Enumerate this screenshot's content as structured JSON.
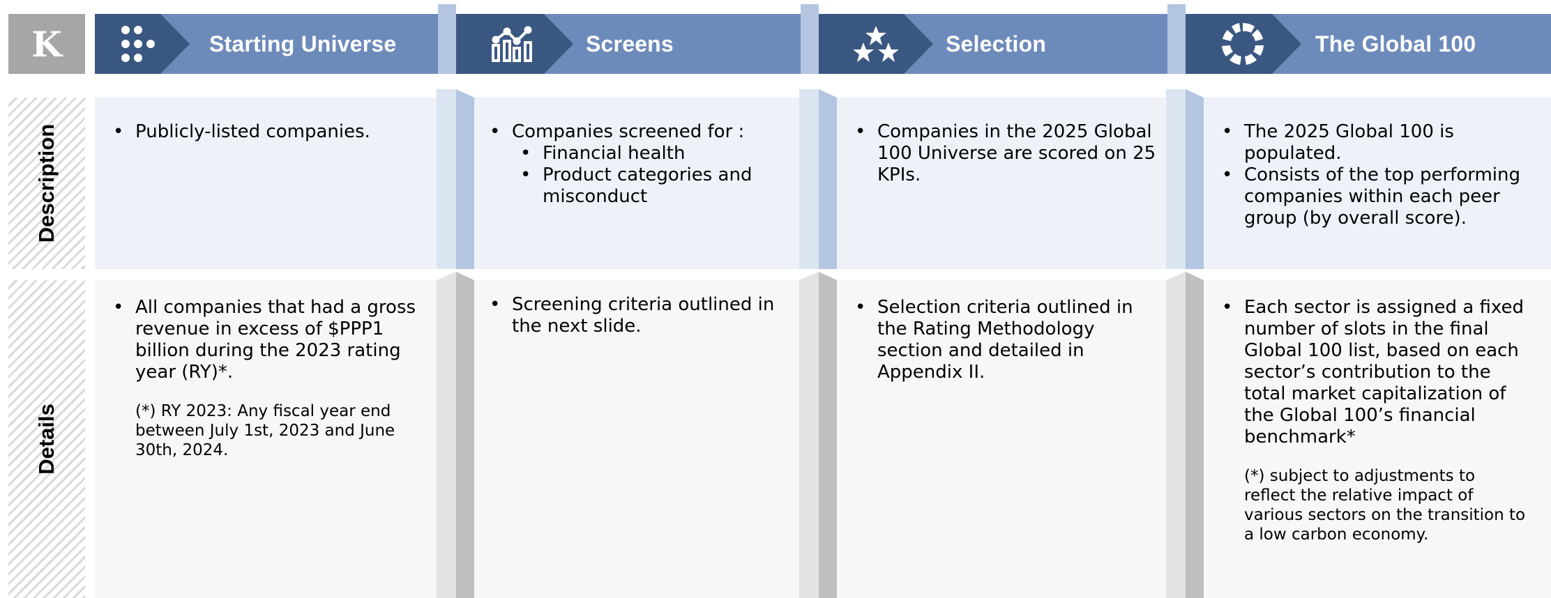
{
  "colors": {
    "header_dark": "#3a5781",
    "header_light": "#6d8bba",
    "separator_blue": "#b3c5e0",
    "separator_grey": "#c0c0c0",
    "description_bg": "#eef2f8",
    "details_bg": "#f7f7f7",
    "logo_bg": "#a6a6a6"
  },
  "logo": {
    "glyph": "K"
  },
  "row_labels": {
    "description": "Description",
    "details": "Details"
  },
  "stages": [
    {
      "title": "Starting Universe",
      "icon": "dots-grid-icon",
      "description": {
        "bullets": [
          "Publicly-listed companies."
        ]
      },
      "details": {
        "bullets": [
          "All companies that had a gross revenue in excess of $PPP1 billion during the 2023 rating year (RY)*."
        ],
        "note": "(*) RY 2023: Any fiscal year end between July 1st, 2023 and June 30th, 2024."
      }
    },
    {
      "title": "Screens",
      "icon": "bar-chart-line-icon",
      "description": {
        "bullets": [
          "Companies screened for :"
        ],
        "sub_bullets": [
          "Financial health",
          "Product categories and misconduct"
        ]
      },
      "details": {
        "bullets": [
          "Screening criteria outlined in the next slide."
        ]
      }
    },
    {
      "title": "Selection",
      "icon": "stars-icon",
      "description": {
        "bullets": [
          "Companies in the 2025 Global 100 Universe are scored on 25 KPIs."
        ]
      },
      "details": {
        "bullets": [
          "Selection criteria outlined in the Rating Methodology section and detailed in Appendix II."
        ]
      }
    },
    {
      "title": "The Global 100",
      "icon": "ring-segments-icon",
      "description": {
        "bullets": [
          "The 2025 Global 100 is populated.",
          "Consists of the top performing companies within each peer group (by overall score)."
        ]
      },
      "details": {
        "bullets": [
          "Each sector is assigned a fixed number of slots in the final Global 100 list, based on each sector’s contribution to the total market capitalization of the Global 100’s financial benchmark*"
        ],
        "note": "(*) subject to adjustments to reflect the relative impact of various sectors on the transition to a low carbon economy."
      }
    }
  ]
}
